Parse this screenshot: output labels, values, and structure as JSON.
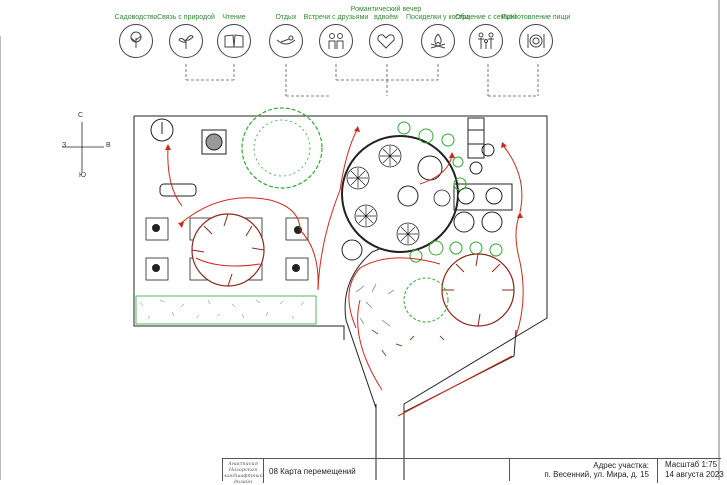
{
  "activities": [
    {
      "label": "Садоводство",
      "icon": "gardening-icon"
    },
    {
      "label": "Связь с природой",
      "icon": "sprout-icon"
    },
    {
      "label": "Чтение",
      "icon": "book-icon"
    },
    {
      "label": "Отдых",
      "icon": "hammock-icon"
    },
    {
      "label": "Встречи с друзьями",
      "icon": "friends-icon"
    },
    {
      "label": "Романтический вечер вдвоём",
      "icon": "heart-icon"
    },
    {
      "label": "Посиделки у костра",
      "icon": "campfire-icon"
    },
    {
      "label": "Общение с семьёй",
      "icon": "family-icon"
    },
    {
      "label": "Приготовление пищи",
      "icon": "cooking-icon"
    }
  ],
  "compass": {
    "north": "С",
    "south": "Ю",
    "west": "З",
    "east": "В"
  },
  "colors": {
    "route": "#cc2a1a",
    "greenery": "#2eaa2e",
    "tree_gray": "#9a9a9a",
    "shrub": "#8b4a2b",
    "line": "#222222"
  },
  "titleblock": {
    "logo_line1": "Анастасия",
    "logo_line2": "Назарская",
    "logo_line3": "ландшафтный дизайн",
    "sheet_title": "08 Карта перемещений",
    "address_label": "Адрес участка:",
    "address_value": "п. Весенний, ул. Мира, д. 15",
    "scale": "Масштаб 1:75",
    "date": "14 августа 2023"
  }
}
